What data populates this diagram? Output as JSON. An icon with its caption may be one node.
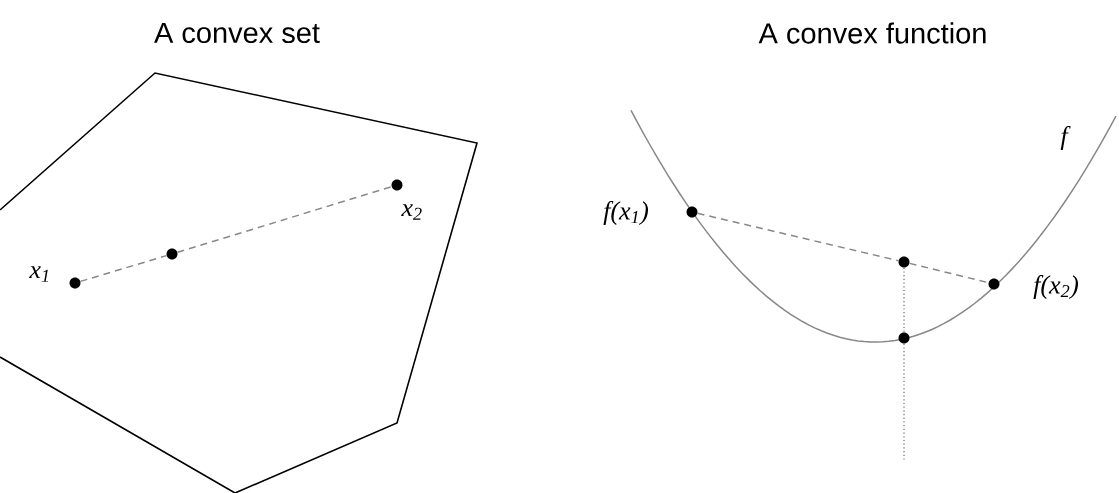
{
  "diagram": {
    "nodes": [
      {
        "text": [],
        "shape": "circle",
        "beside": [
          "x$_{1}$"
        ]
      },
      {
        "text": [],
        "shape": "circle"
      },
      {
        "text": [],
        "shape": "circle",
        "beside": [
          "x$_{2}$"
        ]
      },
      {
        "text": [],
        "shape": "circle",
        "beside": [
          "f(x$_{1}$)"
        ]
      },
      {
        "text": [],
        "shape": "circle"
      },
      {
        "text": [],
        "shape": "circle",
        "beside": [
          "f(x$_{2}$)"
        ]
      },
      {
        "text": [],
        "shape": "circle"
      }
    ],
    "edges": [
      {
        "from": 0,
        "to": 1,
        "arrow": "none",
        "style": "dashed"
      },
      {
        "from": 1,
        "to": 2,
        "arrow": "none",
        "style": "dashed"
      },
      {
        "from": 3,
        "to": 4,
        "arrow": "none",
        "style": "dashed"
      },
      {
        "from": 4,
        "to": 5,
        "arrow": "none",
        "style": "dashed"
      },
      {
        "from": 4,
        "to": 6,
        "arrow": "none"
      },
      {
        "from": 6,
        "to": null,
        "arrow": "none"
      }
    ],
    "labels": [
      "A convex set",
      "A convex function",
      "f"
    ]
  }
}
